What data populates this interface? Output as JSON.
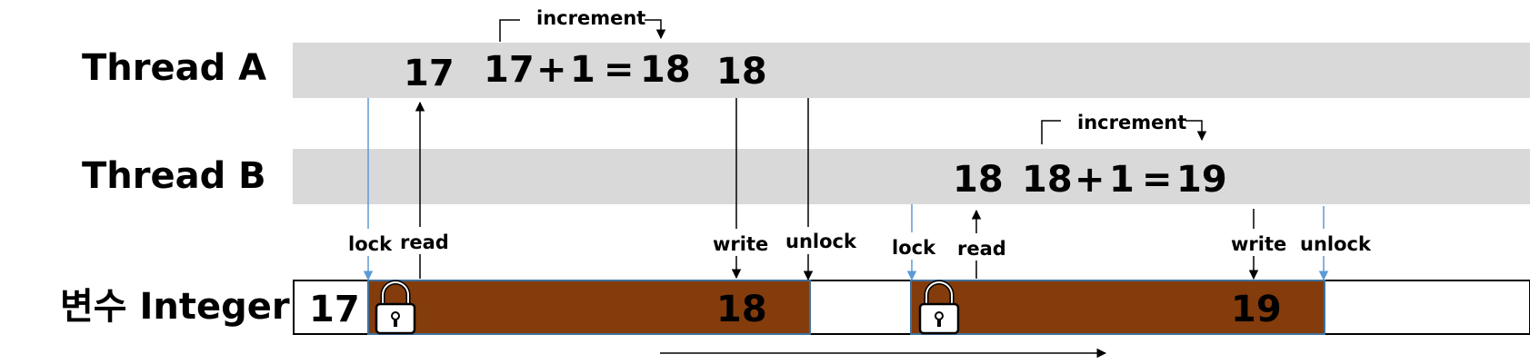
{
  "rows": {
    "thread_a": "Thread A",
    "thread_b": "Thread B",
    "variable": "변수 Integer"
  },
  "thread_a": {
    "read_value": "17",
    "expression": {
      "left": "17",
      "plus": "+",
      "one": "1",
      "equals": "=",
      "result": "18"
    },
    "write_value": "18",
    "increment_label": "increment"
  },
  "thread_b": {
    "read_value": "18",
    "expression": {
      "left": "18",
      "plus": "+",
      "one": "1",
      "equals": "=",
      "result": "19"
    },
    "increment_label": "increment"
  },
  "labels": {
    "lock": "lock",
    "read": "read",
    "write": "write",
    "unlock": "unlock"
  },
  "variable": {
    "initial": "17",
    "locked_value_1": "18",
    "locked_value_2": "19"
  },
  "colors": {
    "thread_bar": "#d9d9d9",
    "locked_fill": "#843c0c",
    "lock_line": "#5b9bd5"
  },
  "icons": [
    "padlock-icon",
    "padlock-icon"
  ]
}
